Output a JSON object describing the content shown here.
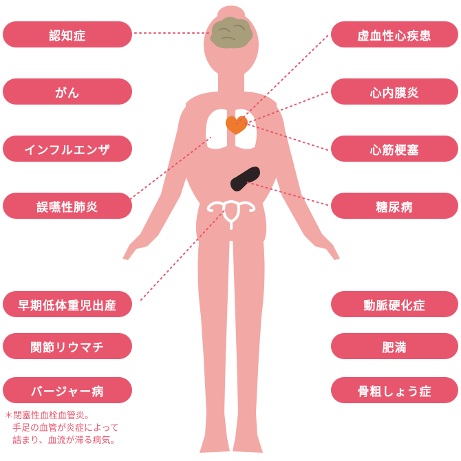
{
  "labels_left": [
    "認知症",
    "がん",
    "インフルエンザ",
    "誤嚥性肺炎",
    "早期低体重児出産",
    "関節リウマチ",
    "バージャー病"
  ],
  "labels_right": [
    "虚血性心疾患",
    "心内膜炎",
    "心筋梗塞",
    "糖尿病",
    "動脈硬化症",
    "肥満",
    "骨粗しょう症"
  ],
  "footnote": {
    "line1": "＊閉塞性血栓血管炎。",
    "line2": "手足の血管が炎症によって",
    "line3": "詰まり、血流が滞る病気。"
  },
  "colors": {
    "pill": "#e8566d",
    "body": "#f2a8a4",
    "lungs": "#ffffff",
    "heart": "#ee7a2c",
    "brain": "#a89e7c",
    "pancreas": "#2a2224",
    "dots": "#e8566d"
  }
}
